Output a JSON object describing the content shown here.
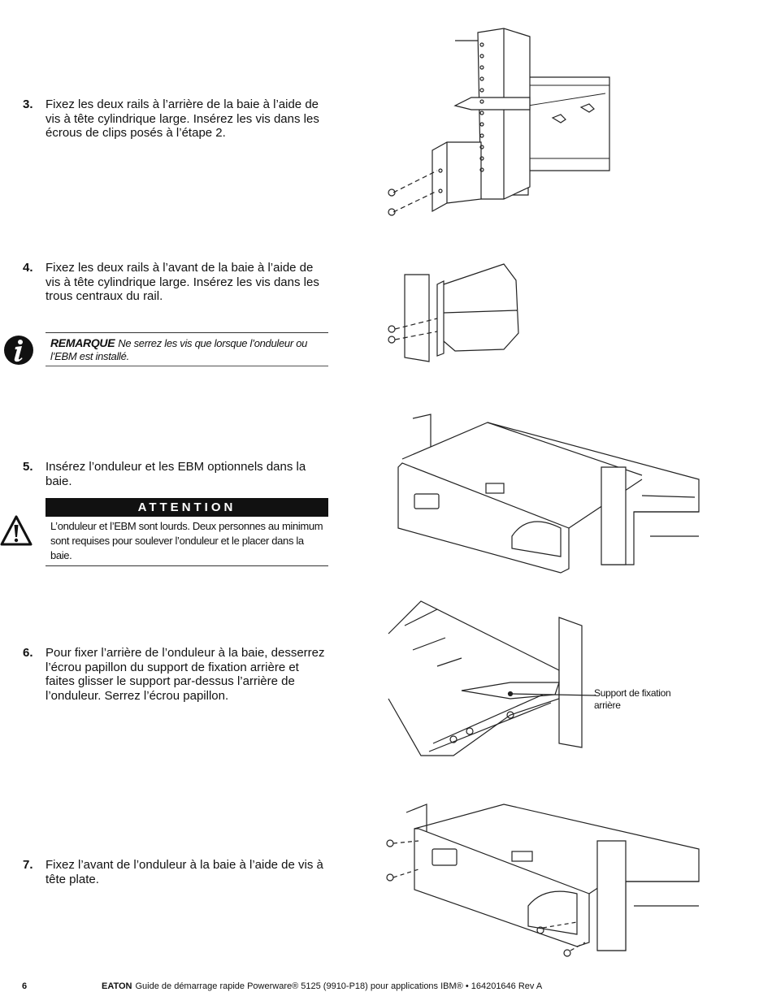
{
  "steps": [
    {
      "number": "3.",
      "text": "Fixez les deux rails à l’arrière de la baie à l’aide de vis à tête cylindrique large. Insérez les vis dans les écrous de clips posés à l’étape 2."
    },
    {
      "number": "4.",
      "text": "Fixez les deux rails à l’avant de la baie à l’aide de vis à tête cylindrique large. Insérez les vis dans les trous centraux du rail."
    },
    {
      "number": "5.",
      "text": "Insérez l’onduleur et les EBM optionnels dans la baie."
    },
    {
      "number": "6.",
      "text": "Pour fixer l’arrière de l’onduleur à la baie, desserrez l’écrou papillon du support de fixation arrière et faites glisser le support par-dessus l’arrière de l’onduleur. Serrez l’écrou papillon."
    },
    {
      "number": "7.",
      "text": "Fixez l’avant de l’onduleur à la baie à l’aide de vis à tête plate."
    }
  ],
  "note": {
    "label": "REMARQUE",
    "text": "Ne serrez les vis que lorsque l’onduleur ou l’EBM est installé."
  },
  "attention": {
    "title": "ATTENTION",
    "text": "L’onduleur et l’EBM sont lourds. Deux personnes au minimum sont requises pour soulever l’onduleur et le placer dans la baie."
  },
  "callout": {
    "text": "Support de fixation arrière"
  },
  "footer": {
    "page_number": "6",
    "brand": "EATON",
    "text": "Guide de démarrage rapide Powerware® 5125 (9910-P18) pour applications IBM®  •  164201646 Rev A"
  },
  "icons": {
    "info": "info-icon",
    "warning": "warning-triangle-icon"
  }
}
